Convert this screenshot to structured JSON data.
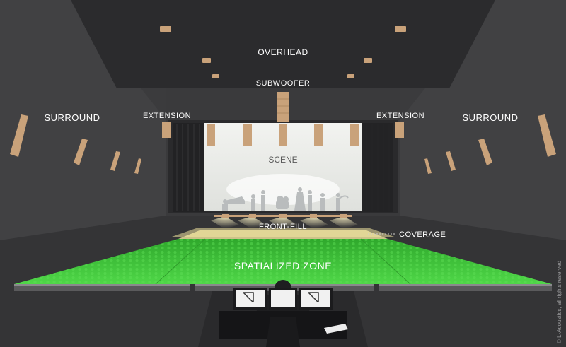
{
  "labels": {
    "overhead": "OVERHEAD",
    "subwoofer": "SUBWOOFER",
    "surround_left": "SURROUND",
    "surround_right": "SURROUND",
    "extension_left": "EXTENSION",
    "extension_right": "EXTENSION",
    "scene": "SCENE",
    "front_fill": "FRONT-FILL",
    "coverage": "COVERAGE",
    "spatialized_zone": "SPATIALIZED ZONE"
  },
  "copyright": "© L-Acoustics, all rights reserved",
  "colors": {
    "ceiling": "#2c2c2e",
    "walls": "#3d3d3f",
    "floor": "#363638",
    "speaker": "#c9a27a",
    "zone_green": "#3ec63a",
    "coverage_yellow": "#f3e6a0",
    "stage_backdrop": "#e9ebe8"
  }
}
